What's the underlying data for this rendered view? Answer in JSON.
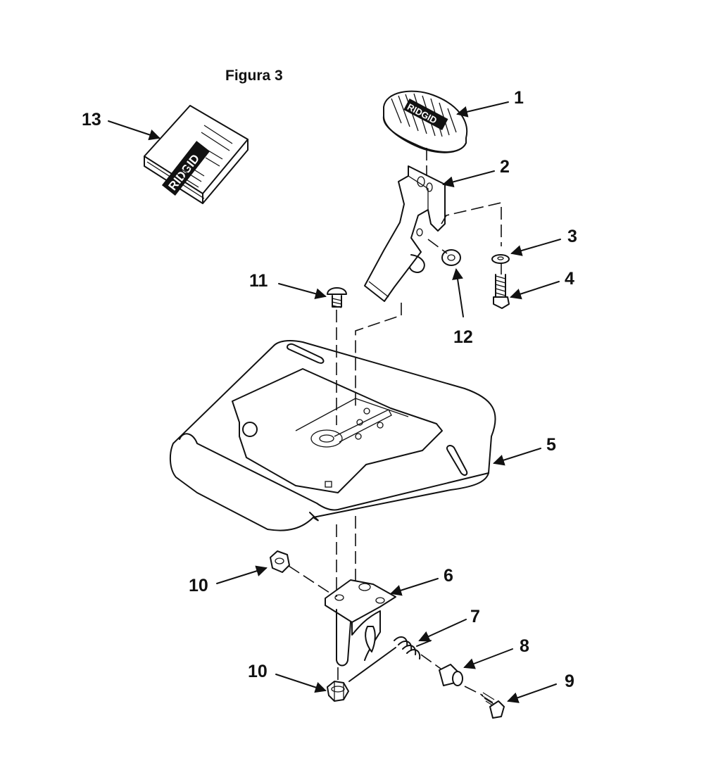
{
  "figure": {
    "title": "Figura 3"
  },
  "callouts": [
    "1",
    "2",
    "3",
    "4",
    "5",
    "6",
    "7",
    "8",
    "9",
    "10",
    "10",
    "11",
    "12",
    "13"
  ],
  "brand": {
    "pedal_text": "RIDGID",
    "manual_text": "RIDGID"
  },
  "colors": {
    "ink": "#111111",
    "paper": "#ffffff"
  }
}
